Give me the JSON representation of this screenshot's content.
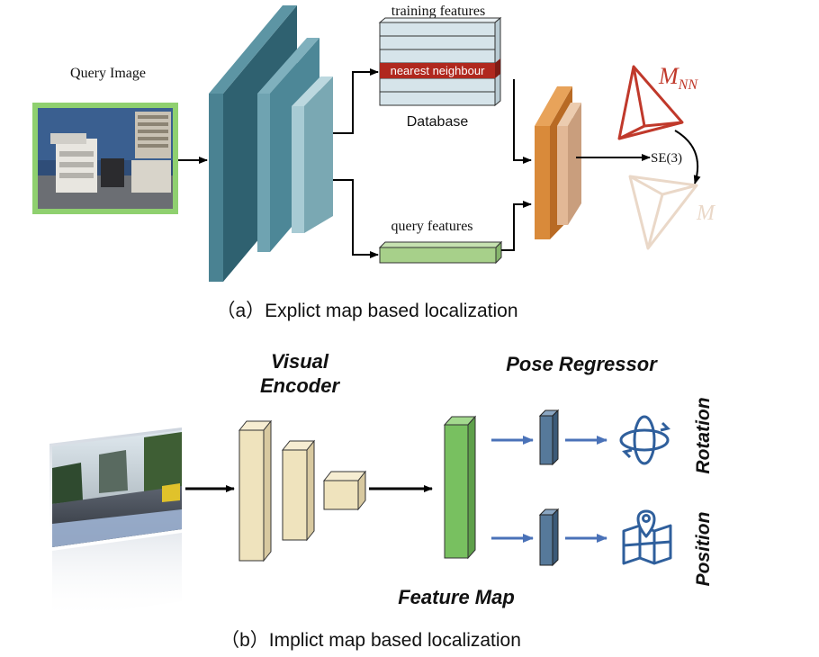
{
  "panel_a": {
    "query_image_label": "Query Image",
    "training_features_label": "training features",
    "nearest_neighbour_label": "nearest neighbour",
    "database_label": "Database",
    "query_features_label": "query features",
    "m_nn_base": "M",
    "m_nn_sub": "NN",
    "se3_label": "SE(3)",
    "m_label": "M",
    "caption": "（a）Explict map based localization"
  },
  "panel_b": {
    "visual_encoder_line1": "Visual",
    "visual_encoder_line2": "Encoder",
    "pose_regressor_label": "Pose Regressor",
    "feature_map_label": "Feature Map",
    "rotation_label": "Rotation",
    "position_label": "Position",
    "caption": "（b）Implict map based localization"
  },
  "colors": {
    "encoder_teal": "#3d7585",
    "encoder_teal_light": "#a8c8d2",
    "database_fill": "#d6e4ea",
    "nearest_neighbour_red": "#b0281e",
    "query_features_green": "#a7d08a",
    "fusion_orange": "#d98a3a",
    "fusion_tan": "#e2b896",
    "pyramid_red": "#c0392b",
    "pyramid_faded": "#ead8c8",
    "encoder_cream": "#efe3bd",
    "feature_map_green": "#78c060",
    "regressor_blue": "#56799a",
    "arrow_blue": "#4a72b8",
    "icon_blue": "#2f5f9c"
  }
}
